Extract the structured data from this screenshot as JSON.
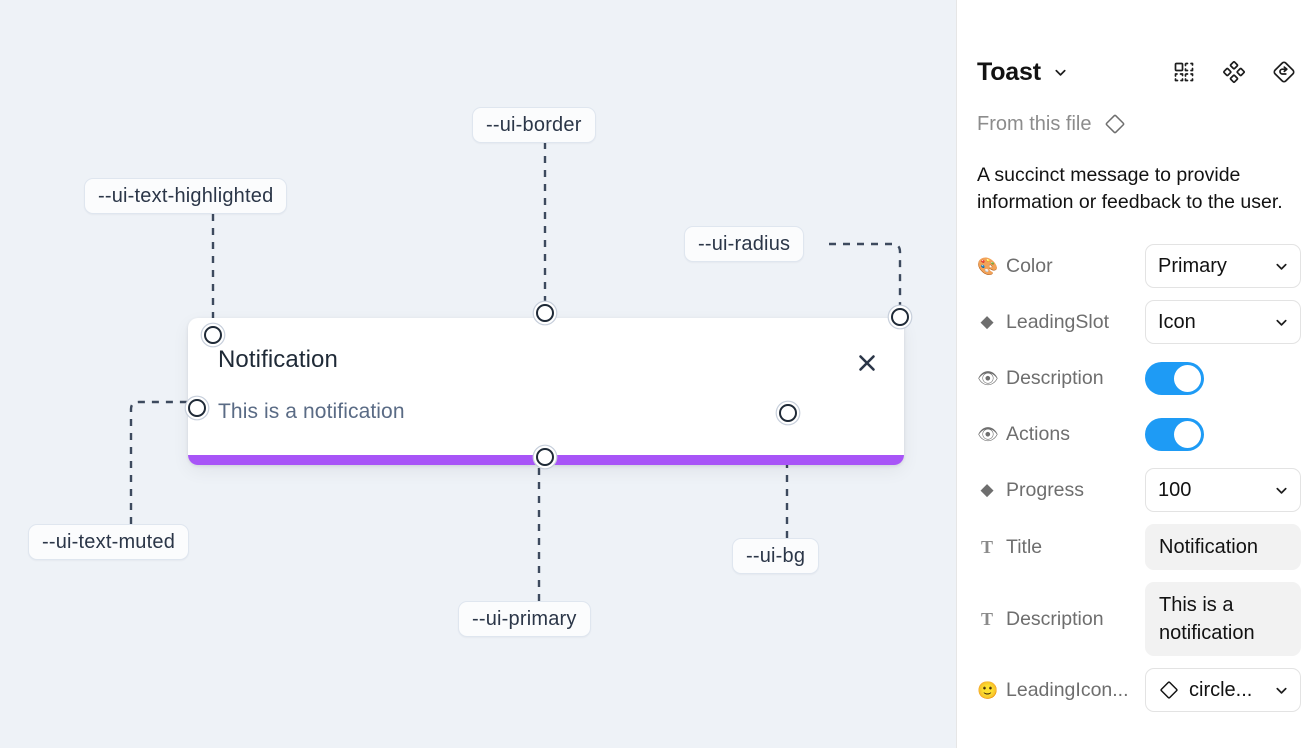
{
  "canvas": {
    "background_color": "#eef2f7",
    "toast": {
      "title": "Notification",
      "description": "This is a notification",
      "close_icon": "close-x-icon",
      "progress_color": "#a855f7",
      "background_color": "#ffffff"
    },
    "annotations": [
      {
        "id": "ui-border",
        "label": "--ui-border"
      },
      {
        "id": "ui-text-highlighted",
        "label": "--ui-text-highlighted"
      },
      {
        "id": "ui-radius",
        "label": "--ui-radius"
      },
      {
        "id": "ui-text-muted",
        "label": "--ui-text-muted"
      },
      {
        "id": "ui-primary",
        "label": "--ui-primary"
      },
      {
        "id": "ui-bg",
        "label": "--ui-bg"
      }
    ]
  },
  "panel": {
    "component_name": "Toast",
    "component_caret_icon": "chevron-down-icon",
    "header_icons": [
      {
        "name": "component-grid-icon"
      },
      {
        "name": "variants-diamond-icon"
      },
      {
        "name": "reset-instance-icon"
      }
    ],
    "from_this_file": {
      "label": "From this file",
      "icon": "diamond-outline-icon"
    },
    "description": "A succinct message to provide information or feedback to the user.",
    "properties": [
      {
        "icon": "palette-emoji",
        "glyph": "🎨",
        "icon_kind": "emoji",
        "label": "Color",
        "control": "select",
        "value": "Primary",
        "caret_icon": "chevron-down-icon"
      },
      {
        "icon": "diamond-filled-icon",
        "glyph": "◆",
        "icon_kind": "glyph",
        "label": "LeadingSlot",
        "control": "select",
        "value": "Icon",
        "caret_icon": "chevron-down-icon"
      },
      {
        "icon": "eye-emoji",
        "glyph": "👁",
        "icon_kind": "emoji",
        "label": "Description",
        "control": "toggle",
        "value": "on",
        "accent_color": "#1e9bf5"
      },
      {
        "icon": "eye-emoji",
        "glyph": "👁",
        "icon_kind": "emoji",
        "label": "Actions",
        "control": "toggle",
        "value": "on",
        "accent_color": "#1e9bf5"
      },
      {
        "icon": "diamond-filled-icon",
        "glyph": "◆",
        "icon_kind": "glyph",
        "label": "Progress",
        "control": "select",
        "value": "100",
        "caret_icon": "chevron-down-icon"
      },
      {
        "icon": "text-type-icon",
        "glyph": "T",
        "icon_kind": "tserif",
        "label": "Title",
        "control": "textfield",
        "value": "Notification"
      },
      {
        "icon": "text-type-icon",
        "glyph": "T",
        "icon_kind": "tserif",
        "label": "Description",
        "control": "textfield",
        "value": "This is a notification"
      },
      {
        "icon": "smiley-emoji",
        "glyph": "🙂",
        "icon_kind": "emoji",
        "label": "LeadingIcon...",
        "control": "icon-select",
        "value": "circle...",
        "lead_icon": "diamond-outline-icon",
        "caret_icon": "chevron-down-icon"
      }
    ]
  }
}
